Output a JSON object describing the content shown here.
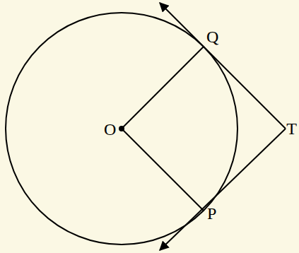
{
  "diagram": {
    "labels": [
      "Q",
      "O",
      "T",
      "P"
    ]
  }
}
